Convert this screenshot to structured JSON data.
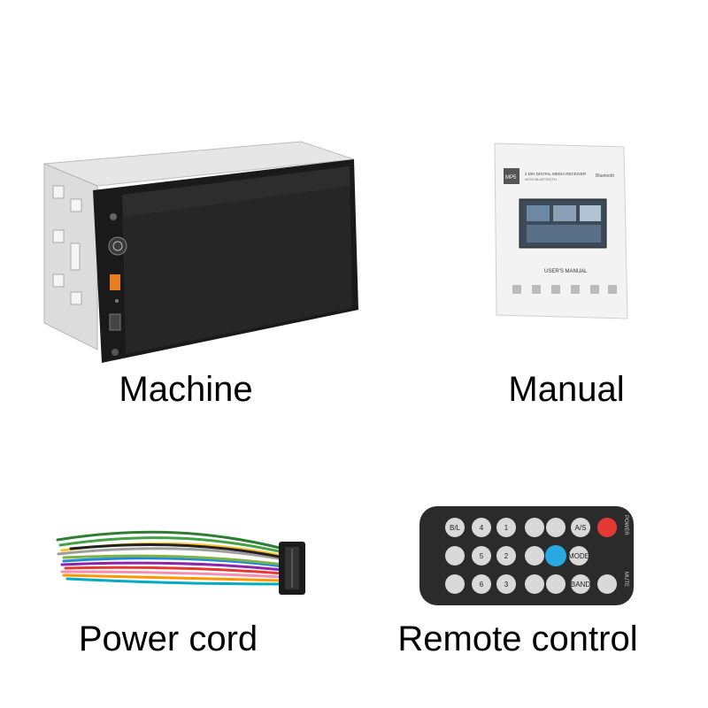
{
  "products": [
    {
      "caption": "Machine",
      "icon": "car-stereo-icon"
    },
    {
      "caption": "Manual",
      "icon": "manual-booklet-icon"
    },
    {
      "caption": "Power cord",
      "icon": "wire-harness-icon"
    },
    {
      "caption": "Remote control",
      "icon": "remote-control-icon"
    }
  ],
  "manual": {
    "logo": "MP5",
    "heading": "2 DIN DIGITAL MEDIA RECEIVER",
    "subheading": "WITH BLUETOOTH",
    "bluetooth": "Bluetooth",
    "title": "USER'S MANUAL"
  },
  "remote": {
    "keys": [
      "B/L",
      "4",
      "1",
      "A/S",
      "POWER",
      "5",
      "2",
      "MODE",
      "6",
      "3",
      "BAND",
      "MUTE"
    ]
  },
  "colors": {
    "remote_body": "#2b2b2b",
    "remote_key": "#d9d9d9",
    "power_key": "#e53935",
    "play_key": "#29a9e1"
  }
}
